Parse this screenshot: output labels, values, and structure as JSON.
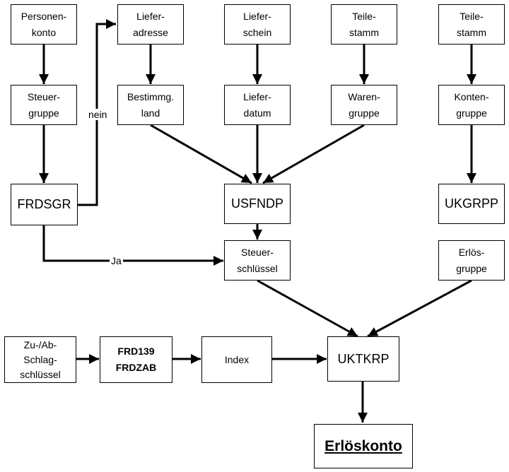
{
  "boxes": {
    "personenkonto": "Personen-\nkonto",
    "lieferadresse": "Liefer-\nadresse",
    "lieferschein": "Liefer-\nschein",
    "teilestamm_1": "Teile-\nstamm",
    "teilestamm_2": "Teile-\nstamm",
    "steuergruppe": "Steuer-\ngruppe",
    "bestimmungsland": "Bestimmg.\nland",
    "lieferdatum": "Liefer-\ndatum",
    "warengruppe": "Waren-\ngruppe",
    "kontengruppe": "Konten-\ngruppe",
    "frdsgr": "FRDSGR",
    "usfndp": "USFNDP",
    "ukgrpp": "UKGRPP",
    "steuerschluessel": "Steuer-\nschlüssel",
    "erloesgruppe": "Erlös-\ngruppe",
    "zuabschlag": "Zu-/Ab-\nSchlag-\nschlüssel",
    "frd139": "FRD139\nFRDZAB",
    "index": "Index",
    "uktkrp": "UKTKRP",
    "erloeskonto": "Erlöskonto"
  },
  "labels": {
    "nein": "nein",
    "ja": "Ja"
  }
}
